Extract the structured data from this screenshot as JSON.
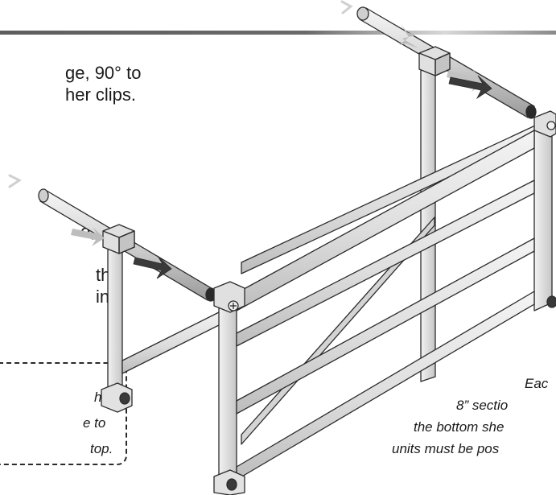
{
  "instructions": {
    "line1": "ge, 90° to",
    "line2": "her clips.",
    "line3": "o,",
    "line4": "the",
    "line5": "in"
  },
  "note": {
    "lines": [
      "has",
      "e to",
      "top."
    ]
  },
  "caption": {
    "lines": [
      "Eac",
      "8” sectio",
      "the bottom she",
      "units must be pos"
    ]
  },
  "colors": {
    "frame_fill": "#e4e4e4",
    "frame_stroke": "#2b2b2b",
    "arrow": "#333333",
    "arrow_light": "#c8c8c8"
  }
}
